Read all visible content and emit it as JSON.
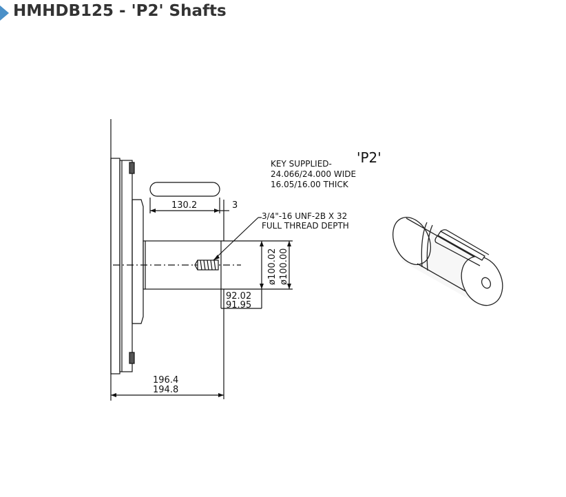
{
  "page": {
    "title": "HMHDB125 - 'P2' Shafts",
    "accent_color": "#4a90c8"
  },
  "drawing": {
    "shaft_label": "'P2'",
    "key_note": [
      "KEY SUPPLIED-",
      "24.066/24.000 WIDE",
      "16.05/16.00 THICK"
    ],
    "thread_note": [
      "3/4\"-16 UNF-2B X 32",
      "FULL THREAD DEPTH"
    ],
    "key_length": "130.2",
    "key_offset": "3",
    "diameter_max": "ø100.02",
    "diameter_min": "ø100.00",
    "shaft_length_max": "92.02",
    "shaft_length_min": "91.95",
    "overall_length_max": "196.4",
    "overall_length_min": "194.8"
  }
}
